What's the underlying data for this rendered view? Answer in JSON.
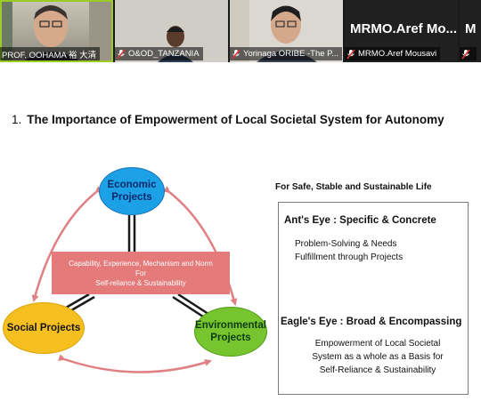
{
  "meeting": {
    "participants": [
      {
        "name": "PROF. OOHAMA 裕 大清",
        "has_video": true,
        "muted": false,
        "active_speaker": true
      },
      {
        "name": "O&OD_TANZANIA",
        "has_video": true,
        "muted": true,
        "active_speaker": false
      },
      {
        "name": "Yorinaga ORIBE -The P...",
        "has_video": true,
        "muted": true,
        "active_speaker": false
      },
      {
        "name": "MRMO.Aref Mousavi",
        "display_name": "MRMO.Aref Mo...",
        "has_video": false,
        "muted": true,
        "active_speaker": false
      },
      {
        "name": "M",
        "display_name": "M",
        "has_video": false,
        "muted": true,
        "active_speaker": false
      }
    ],
    "active_outline_color": "#9ccc24"
  },
  "slide": {
    "title_number": "1.",
    "title": "The Importance of Empowerment of Local Societal System for Autonomy",
    "bubbles": {
      "economic": {
        "line1": "Economic",
        "line2": "Projects",
        "color": "#1da1e6"
      },
      "social": {
        "line1": "Social Projects",
        "color": "#f5bf1f"
      },
      "environmental": {
        "line1": "Environmental",
        "line2": "Projects",
        "color": "#76c52e"
      }
    },
    "capability_box": {
      "line1": "Capability, Experience, Mechanism and Norm",
      "line2": "For",
      "line3": "Self-reliance & Sustainability",
      "color": "#e57a7a"
    },
    "for_safe": "For Safe, Stable and Sustainable Life",
    "ant": {
      "title": "Ant's Eye : Specific & Concrete",
      "line1": "Problem-Solving & Needs",
      "line2": "Fulfillment through Projects"
    },
    "eagle": {
      "title": "Eagle's Eye : Broad & Encompassing",
      "line1": "Empowerment of Local Societal",
      "line2": "System as a whole as a Basis for",
      "line3": "Self-Reliance & Sustainability"
    },
    "arrow_color": "#e07f84"
  }
}
